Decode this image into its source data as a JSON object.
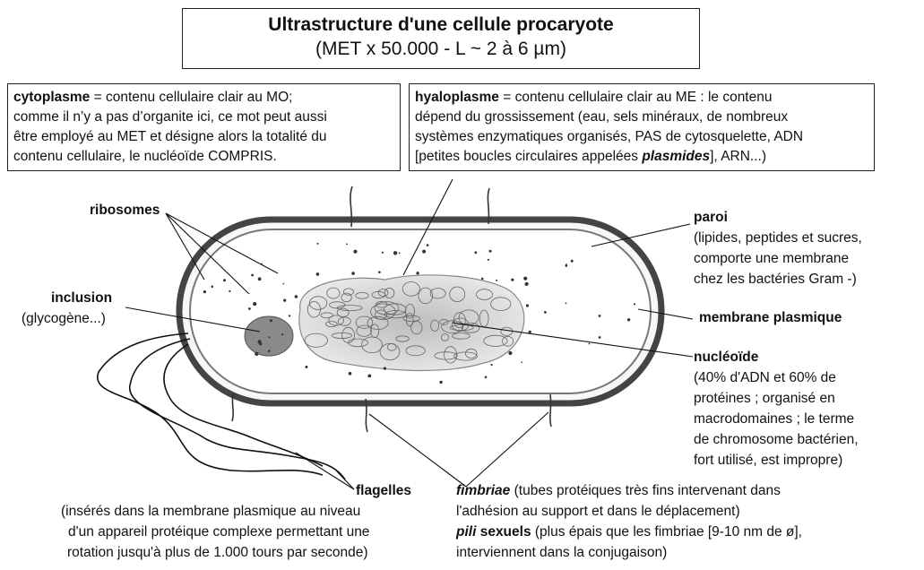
{
  "title": {
    "line1": "Ultrastructure d'une cellule procaryote",
    "line2": "(MET x 50.000 - L ~  2 à 6 µm)"
  },
  "cytoplasme": {
    "term": "cytoplasme",
    "line1_rest": " = contenu cellulaire clair au MO;",
    "line2": "comme il n’y a pas d’organite ici, ce mot peut aussi",
    "line3": "être employé au MET et désigne alors la totalité du",
    "line4": "contenu cellulaire, le nucléoïde COMPRIS."
  },
  "hyaloplasme": {
    "term": "hyaloplasme",
    "line1_rest": " = contenu cellulaire clair au ME : le contenu",
    "line2": "dépend du grossissement (eau, sels minéraux, de nombreux",
    "line3": "systèmes enzymatiques organisés, PAS de cytosquelette, ADN",
    "line4_pre": "[petites boucles circulaires appelées ",
    "line4_term": "plasmides",
    "line4_post": "], ARN...)"
  },
  "labels": {
    "ribosomes": "ribosomes",
    "inclusion": "inclusion",
    "inclusion_sub": "(glycogène...)",
    "paroi": "paroi",
    "paroi_l1": "(lipides, peptides et sucres,",
    "paroi_l2": "comporte une membrane",
    "paroi_l3": "chez les bactéries Gram -)",
    "membrane": "membrane plasmique",
    "nucleoide": "nucléoïde",
    "nuc_l1": "(40% d'ADN et 60% de",
    "nuc_l2": "protéines ; organisé en",
    "nuc_l3": "macrodomaines ; le terme",
    "nuc_l4": "de chromosome bactérien,",
    "nuc_l5": "fort utilisé, est impropre)",
    "flagelles": "flagelles",
    "flag_l1": "(insérés dans la membrane plasmique au niveau",
    "flag_l2": "d'un appareil protéique complexe permettant une",
    "flag_l3": "rotation jusqu'à  plus de 1.000 tours par seconde)",
    "fimbriae": "fimbriae",
    "fimb_rest": " (tubes protéiques très fins intervenant dans",
    "fimb_l2": "l'adhésion au support et dans le déplacement)",
    "pili": "pili",
    "pili_sexuels": " sexuels",
    "pili_rest": " (plus épais que les fimbriae [9-10 nm de ø],",
    "pili_l2": "interviennent dans la conjugaison)"
  }
}
